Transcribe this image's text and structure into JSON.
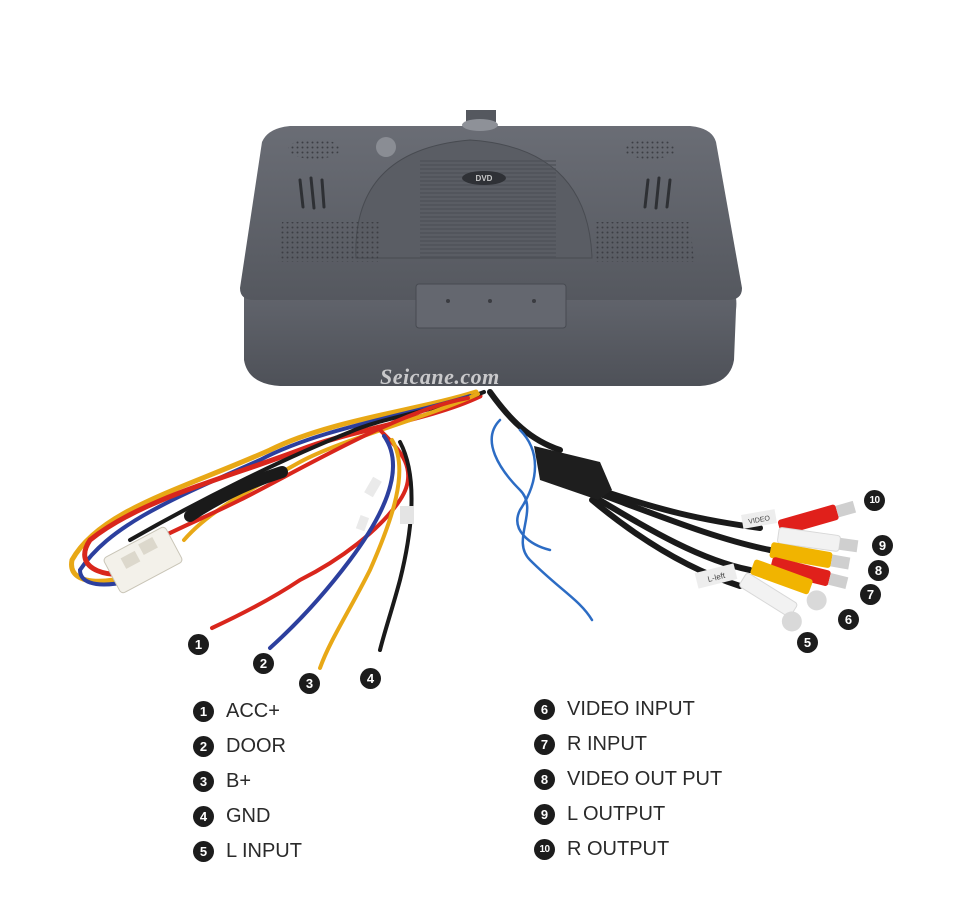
{
  "watermark": "Seicane.com",
  "device_logo": "DVD",
  "callouts": [
    "1",
    "2",
    "3",
    "4",
    "5",
    "6",
    "7",
    "8",
    "9",
    "10"
  ],
  "legend_left": [
    {
      "num": "1",
      "label": "ACC+"
    },
    {
      "num": "2",
      "label": "DOOR"
    },
    {
      "num": "3",
      "label": "B+"
    },
    {
      "num": "4",
      "label": "GND"
    },
    {
      "num": "5",
      "label": "L INPUT"
    }
  ],
  "legend_right": [
    {
      "num": "6",
      "label": "VIDEO INPUT"
    },
    {
      "num": "7",
      "label": "R INPUT"
    },
    {
      "num": "8",
      "label": "VIDEO OUT PUT"
    },
    {
      "num": "9",
      "label": "L OUTPUT"
    },
    {
      "num": "10",
      "label": "R OUTPUT"
    }
  ],
  "cable_tags": [
    "L-left",
    "VIDEO"
  ],
  "colors": {
    "housing": "#5d6068",
    "housing_dark": "#4a4d54",
    "wire_red": "#d9261c",
    "wire_yellow": "#e8a816",
    "wire_blue": "#2c3f9e",
    "wire_black": "#1a1a1a",
    "rca_red": "#e0201b",
    "rca_yellow": "#f1b400",
    "rca_white": "#f2f2f2"
  }
}
